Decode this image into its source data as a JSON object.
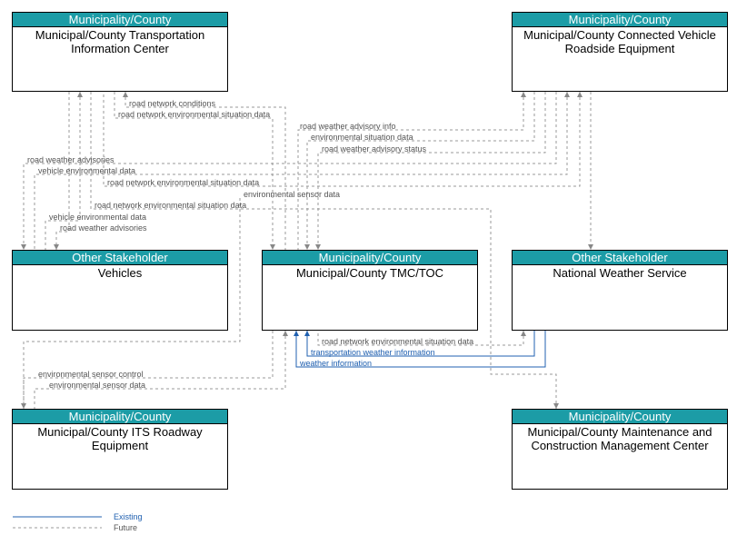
{
  "colors": {
    "header": "#1c9ca6",
    "future": "#999999",
    "existing": "#2060b0"
  },
  "boxes": {
    "tic": {
      "category": "Municipality/County",
      "name": "Municipal/County Transportation Information Center"
    },
    "cvrse": {
      "category": "Municipality/County",
      "name": "Municipal/County Connected Vehicle Roadside Equipment"
    },
    "veh": {
      "category": "Other Stakeholder",
      "name": "Vehicles"
    },
    "tmc": {
      "category": "Municipality/County",
      "name": "Municipal/County TMC/TOC"
    },
    "nws": {
      "category": "Other Stakeholder",
      "name": "National Weather Service"
    },
    "its": {
      "category": "Municipality/County",
      "name": "Municipal/County ITS Roadway Equipment"
    },
    "mcm": {
      "category": "Municipality/County",
      "name": "Municipal/County Maintenance and Construction Management Center"
    }
  },
  "flows": [
    "road network conditions",
    "road network environmental situation data",
    "road weather advisory info",
    "environmental situation data",
    "road weather advisory status",
    "road weather advisories",
    "vehicle environmental data",
    "road network environmental situation data",
    "environmental sensor data",
    "road network environmental situation data",
    "vehicle environmental data",
    "road weather advisories",
    "road network environmental situation data",
    "transportation weather information",
    "weather information",
    "environmental sensor control",
    "environmental sensor data"
  ],
  "legend": {
    "existing": "Existing",
    "future": "Future"
  }
}
